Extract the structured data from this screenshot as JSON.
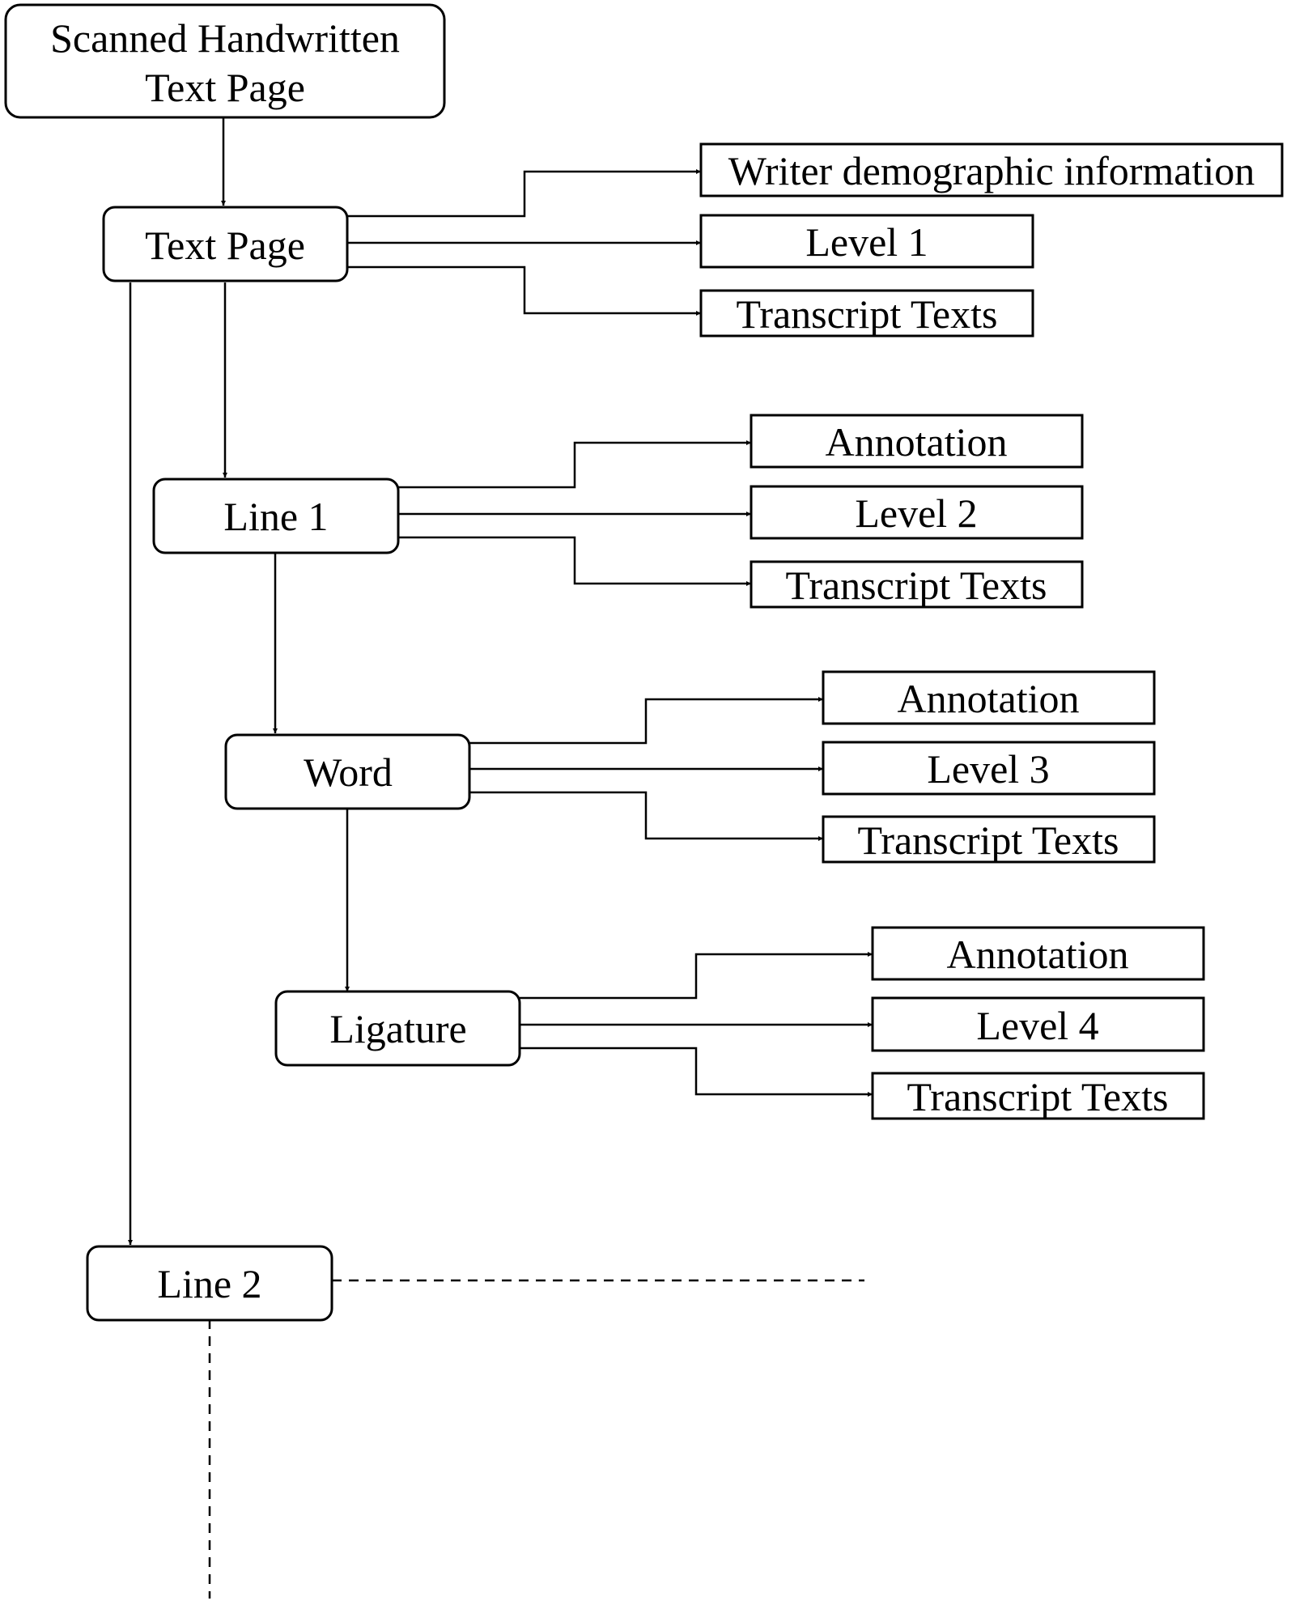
{
  "nodes": {
    "scanned_page": {
      "line1": "Scanned Handwritten",
      "line2": "Text Page"
    },
    "text_page": "Text Page",
    "line1": "Line 1",
    "word": "Word",
    "ligature": "Ligature",
    "line2": "Line 2"
  },
  "page_outputs": {
    "writer_info": "Writer demographic information",
    "level": "Level 1",
    "transcript": "Transcript Texts"
  },
  "line_outputs": {
    "annotation": "Annotation",
    "level": "Level 2",
    "transcript": "Transcript Texts"
  },
  "word_outputs": {
    "annotation": "Annotation",
    "level": "Level 3",
    "transcript": "Transcript Texts"
  },
  "ligature_outputs": {
    "annotation": "Annotation",
    "level": "Level 4",
    "transcript": "Transcript Texts"
  }
}
